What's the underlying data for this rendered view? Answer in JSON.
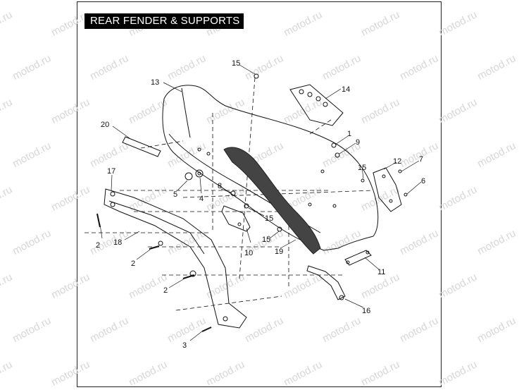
{
  "title": "REAR FENDER & SUPPORTS",
  "watermark": "motod.ru",
  "colors": {
    "line": "#111111",
    "frame": "#222222",
    "title_bg": "#000000",
    "title_fg": "#ffffff",
    "watermark": "#d6d6d6",
    "insert": "#444444"
  },
  "callouts": {
    "c1": "1",
    "c2a": "2",
    "c2b": "2",
    "c2c": "2",
    "c3": "3",
    "c4": "4",
    "c5": "5",
    "c6": "6",
    "c7": "7",
    "c8": "8",
    "c9": "9",
    "c10": "10",
    "c11": "11",
    "c12": "12",
    "c13": "13",
    "c14": "14",
    "c15a": "15",
    "c15b": "15",
    "c15c": "15",
    "c15d": "15",
    "c16": "16",
    "c17": "17",
    "c18": "18",
    "c19": "19",
    "c20": "20"
  }
}
